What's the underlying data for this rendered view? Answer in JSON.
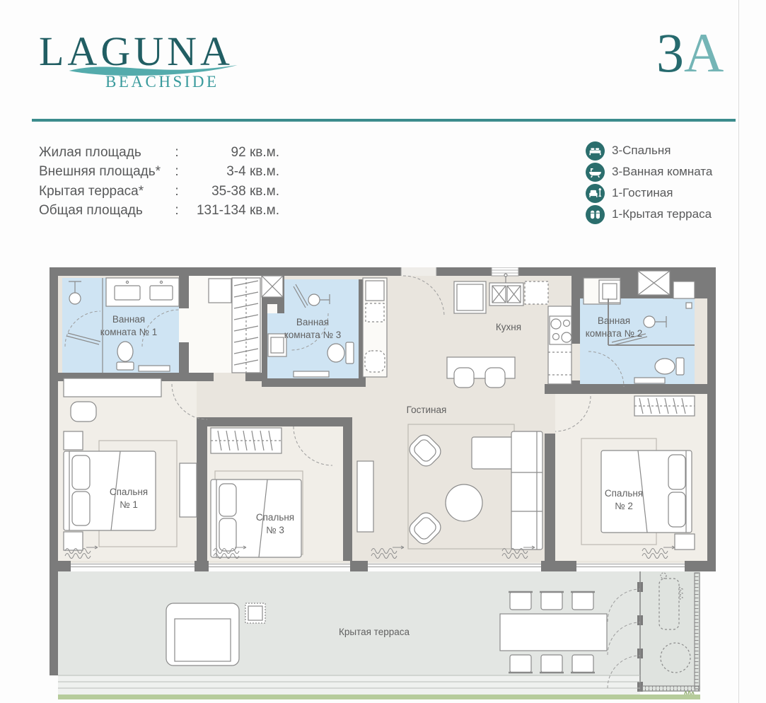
{
  "header": {
    "brand": {
      "name": "LAGUNA",
      "subtitle": "BEACHSIDE"
    },
    "unit": {
      "digit": "3",
      "letter": "A"
    },
    "colors": {
      "brand_dark": "#215e63",
      "brand_light": "#3a9b9d",
      "divider": "#3c8c8d"
    }
  },
  "specs": {
    "rows": [
      {
        "label": "Жилая площадь",
        "separator": ":",
        "value": "92 кв.м."
      },
      {
        "label": "Внешняя площадь*",
        "separator": ":",
        "value": "3-4 кв.м."
      },
      {
        "label": "Крытая терраса*",
        "separator": ":",
        "value": "35-38 кв.м."
      },
      {
        "label": "Общая площадь",
        "separator": ":",
        "value": "131-134 кв.м."
      }
    ]
  },
  "legend": {
    "icon_color": "#2b6e6d",
    "items": [
      {
        "icon": "bed-icon",
        "label": "3-Спальня"
      },
      {
        "icon": "bathtub-icon",
        "label": "3-Ванная комната"
      },
      {
        "icon": "sofa-icon",
        "label": "1-Гостиная"
      },
      {
        "icon": "terrace-chairs-icon",
        "label": "1-Крытая терраса"
      }
    ]
  },
  "floor_plan": {
    "rooms": {
      "bathroom1": {
        "line1": "Ванная",
        "line2": "комната № 1"
      },
      "bathroom3": {
        "line1": "Ванная",
        "line2": "комната № 3"
      },
      "bathroom2": {
        "line1": "Ванная",
        "line2": "комната № 2"
      },
      "kitchen": "Кухня",
      "living": "Гостиная",
      "bedroom1": {
        "line1": "Спальня",
        "line2": "№ 1"
      },
      "bedroom3": {
        "line1": "Спальня",
        "line2": "№ 3"
      },
      "bedroom2": {
        "line1": "Спальня",
        "line2": "№ 2"
      },
      "terrace": "Крытая терраса"
    },
    "colors": {
      "wall": "#7b7b7b",
      "bathroom_floor": "#cfe4f3",
      "room_floor": "#e9e5de",
      "bedroom_floor": "#f1eee8",
      "terrace_floor": "#e3e6e3",
      "grass": "#b6cc9b"
    }
  }
}
